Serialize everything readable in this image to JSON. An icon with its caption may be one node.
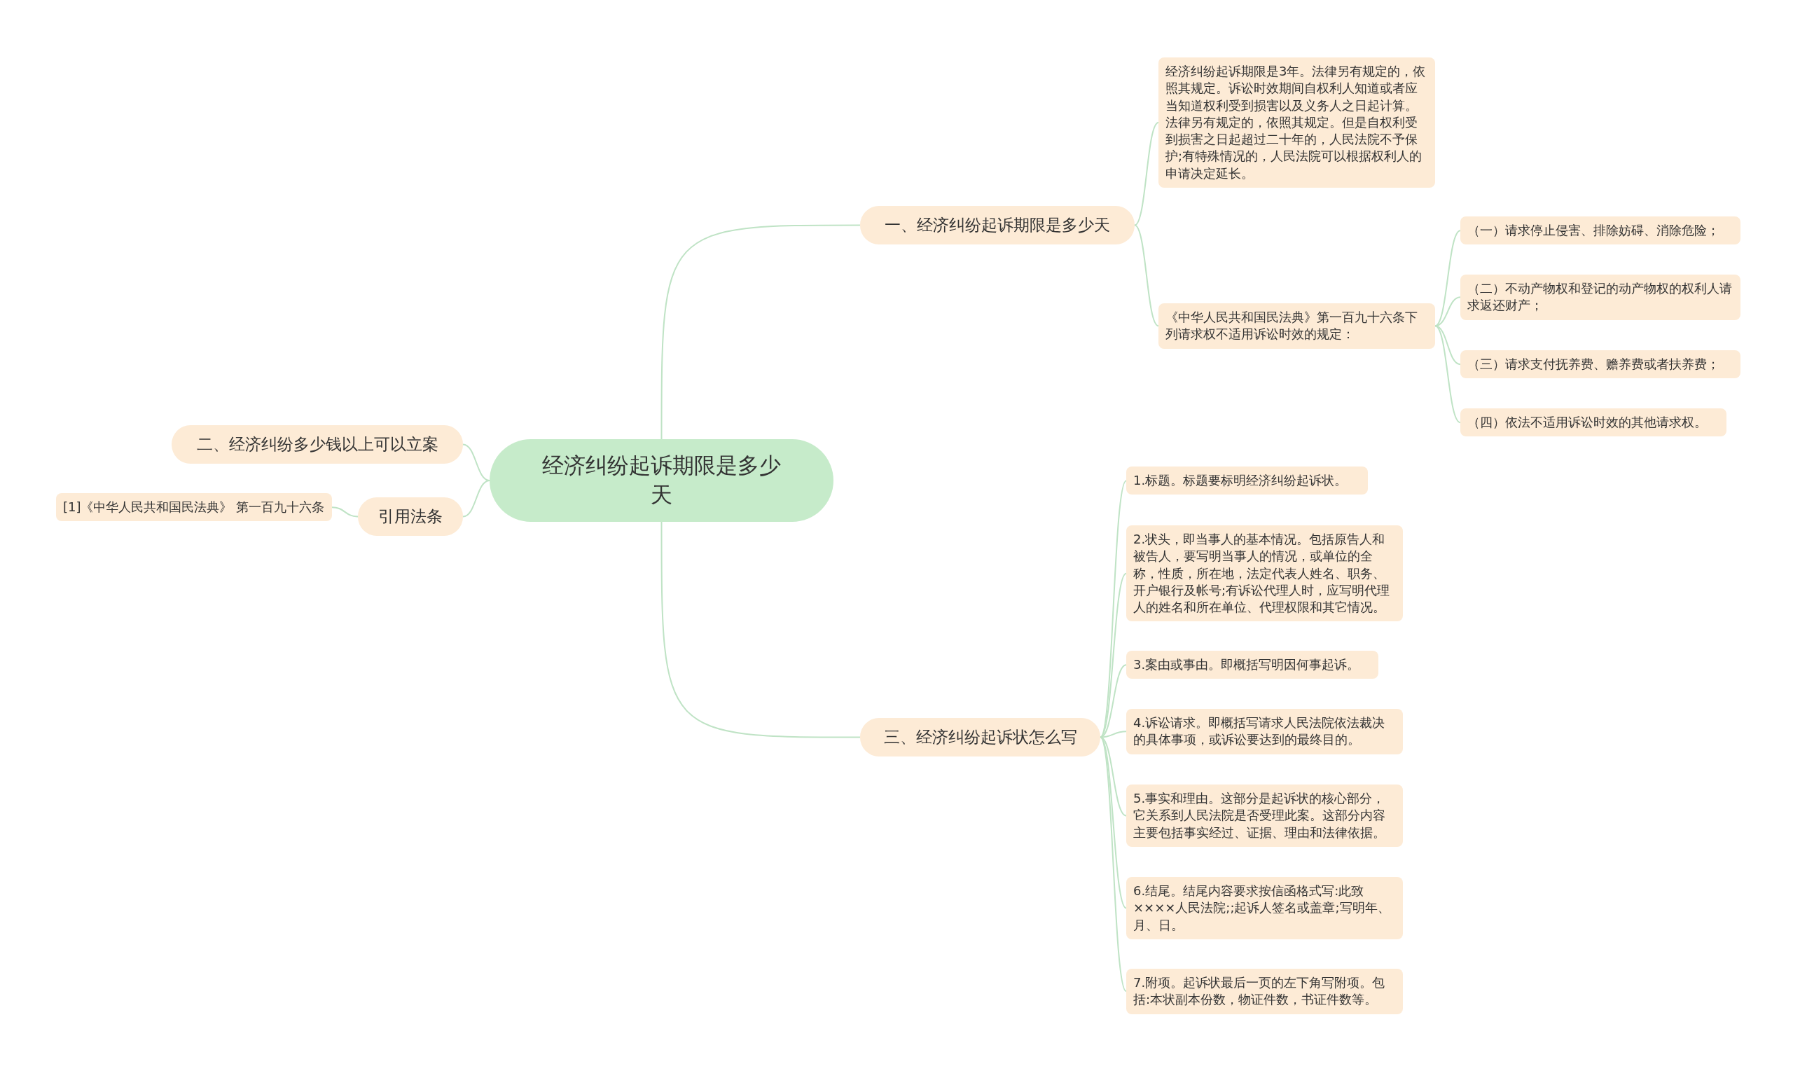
{
  "diagram": {
    "nodes": [
      {
        "text": [
          "经济纠纷起诉期限是多少天"
        ]
      },
      {
        "text": [
          "一、经济纠纷起诉期限是多少天"
        ]
      },
      {
        "text": [
          "经济纠纷起诉期限是3年。法律另有规定的，依照其规定。诉讼时效期间自权利人知道或者应当知道权利受到损害以及义务人之日起计算。法律另有规定的，依照其规定。但是自权利受到损害之日起超过二十年的，人民法院不予保护;有特殊情况的，人民法院可以根据权利人的申请决定延长。"
        ]
      },
      {
        "text": [
          "《中华人民共和国民法典》第一百九十六条下列请求权不适用诉讼时效的规定："
        ]
      },
      {
        "text": [
          "（一）请求停止侵害、排除妨碍、消除危险；"
        ]
      },
      {
        "text": [
          "（二）不动产物权和登记的动产物权的权利人请求返还财产；"
        ]
      },
      {
        "text": [
          "（三）请求支付抚养费、赡养费或者扶养费；"
        ]
      },
      {
        "text": [
          "（四）依法不适用诉讼时效的其他请求权。"
        ]
      },
      {
        "text": [
          "二、经济纠纷多少钱以上可以立案"
        ]
      },
      {
        "text": [
          "引用法条"
        ]
      },
      {
        "text": [
          "[1]《中华人民共和国民法典》 第一百九十六条"
        ]
      },
      {
        "text": [
          "三、经济纠纷起诉状怎么写"
        ]
      },
      {
        "text": [
          "1.标题。标题要标明经济纠纷起诉状。"
        ]
      },
      {
        "text": [
          "2.状头，即当事人的基本情况。包括原告人和被告人，要写明当事人的情况，或单位的全称，性质，所在地，法定代表人姓名、职务、开户银行及帐号;有诉讼代理人时，应写明代理人的姓名和所在单位、代理权限和其它情况。"
        ]
      },
      {
        "text": [
          "3.案由或事由。即概括写明因何事起诉。"
        ]
      },
      {
        "text": [
          "4.诉讼请求。即概括写请求人民法院依法裁决的具体事项，或诉讼要达到的最终目的。"
        ]
      },
      {
        "text": [
          "5.事实和理由。这部分是起诉状的核心部分，它关系到人民法院是否受理此案。这部分内容主要包括事实经过、证据、理由和法律依据。"
        ]
      },
      {
        "text": [
          "6.结尾。结尾内容要求按信函格式写:此致××××人民法院;;起诉人签名或盖章;写明年、月、日。"
        ]
      },
      {
        "text": [
          "7.附项。起诉状最后一页的左下角写附项。包括:本状副本份数，物证件数，书证件数等。"
        ]
      }
    ],
    "edges": [
      {
        "from": 0,
        "to": 1,
        "arrow": "none"
      },
      {
        "from": 0,
        "to": 8,
        "arrow": "none"
      },
      {
        "from": 0,
        "to": 9,
        "arrow": "none"
      },
      {
        "from": 0,
        "to": 11,
        "arrow": "none"
      },
      {
        "from": 1,
        "to": 2,
        "arrow": "none"
      },
      {
        "from": 1,
        "to": 3,
        "arrow": "none"
      },
      {
        "from": 3,
        "to": 4,
        "arrow": "none"
      },
      {
        "from": 3,
        "to": 5,
        "arrow": "none"
      },
      {
        "from": 3,
        "to": 6,
        "arrow": "none"
      },
      {
        "from": 3,
        "to": 7,
        "arrow": "none"
      },
      {
        "from": 9,
        "to": 10,
        "arrow": "none"
      },
      {
        "from": 11,
        "to": 12,
        "arrow": "none"
      },
      {
        "from": 11,
        "to": 13,
        "arrow": "none"
      },
      {
        "from": 11,
        "to": 14,
        "arrow": "none"
      },
      {
        "from": 11,
        "to": 15,
        "arrow": "none"
      },
      {
        "from": 11,
        "to": 16,
        "arrow": "none"
      },
      {
        "from": 11,
        "to": 17,
        "arrow": "none"
      },
      {
        "from": 11,
        "to": 18,
        "arrow": "none"
      }
    ]
  }
}
